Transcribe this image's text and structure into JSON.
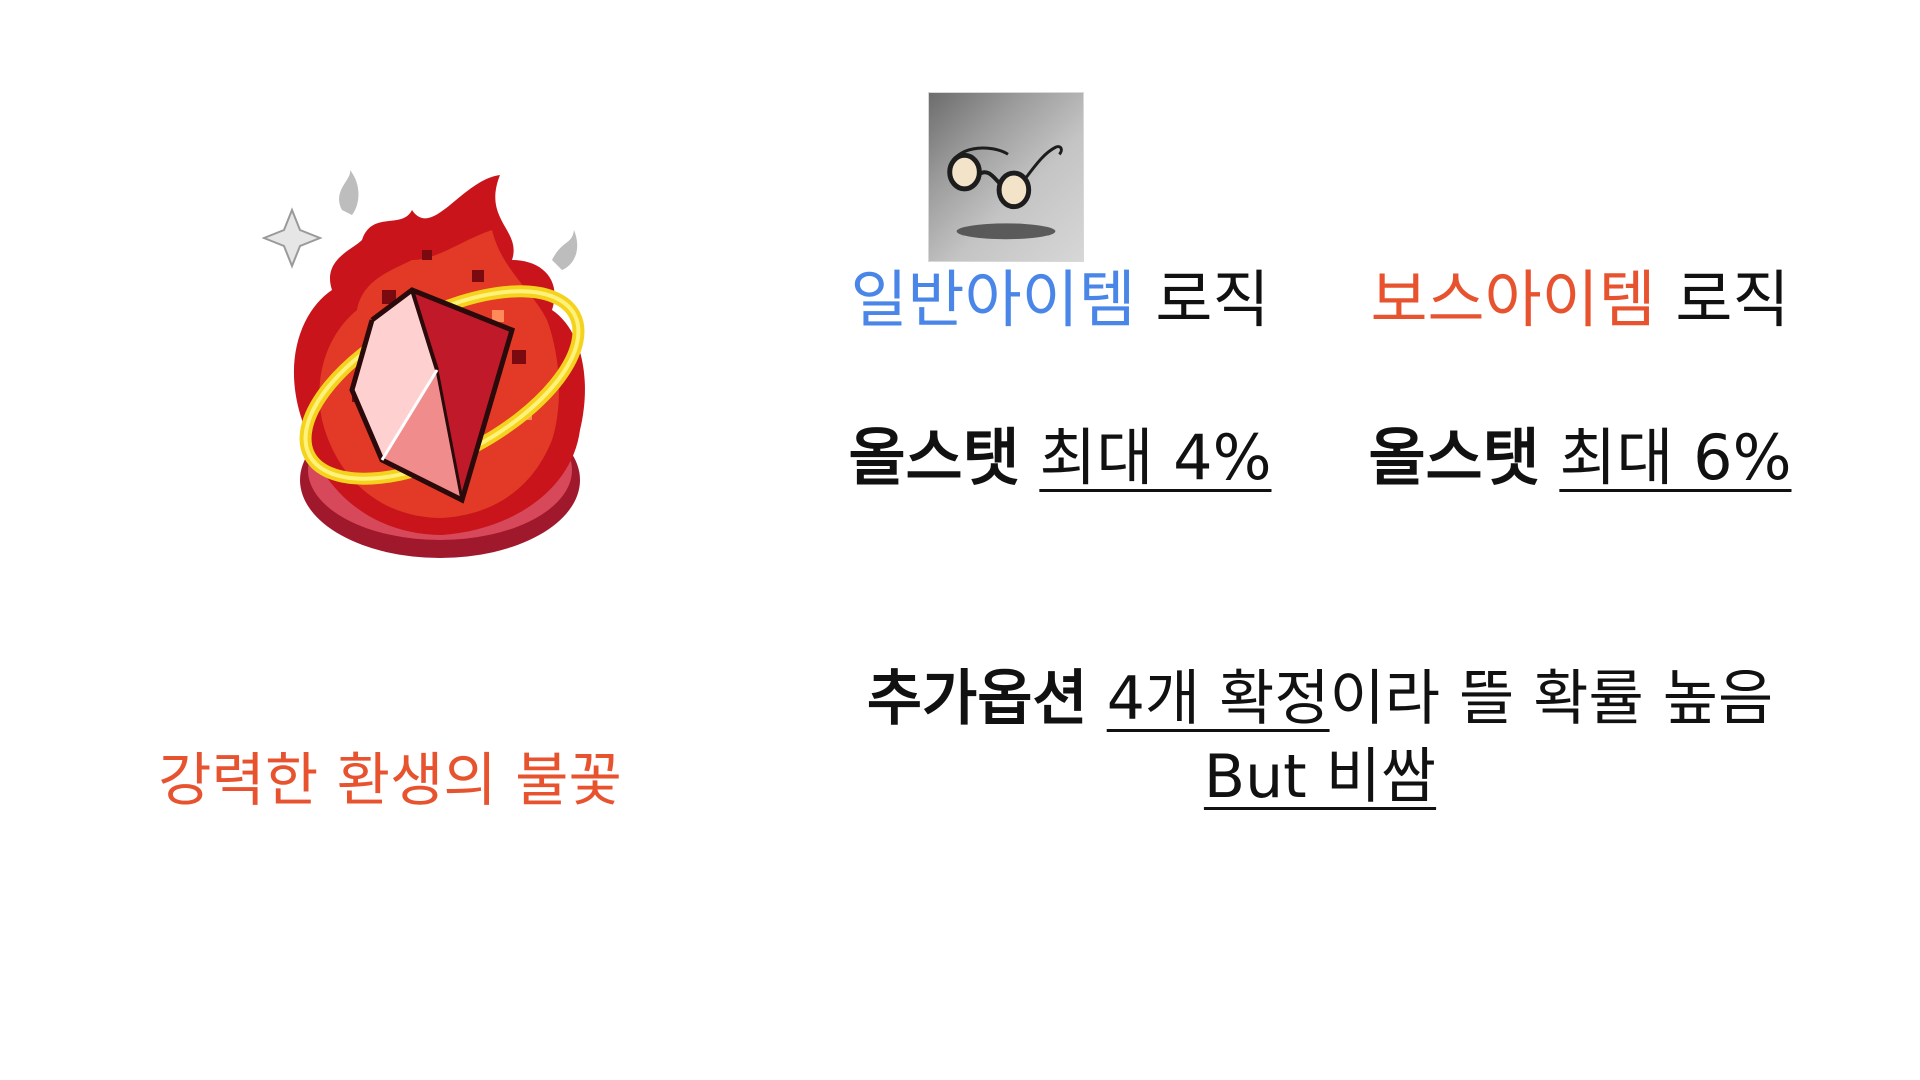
{
  "colors": {
    "normal_accent": "#4a86e8",
    "boss_accent": "#e8532f",
    "caption_accent": "#e8532f",
    "text": "#111111",
    "background": "#ffffff"
  },
  "icons": {
    "left": "flame-of-rebirth-icon",
    "right": "glasses-icon"
  },
  "item": {
    "caption": "강력한 환생의 불꽃"
  },
  "normal": {
    "highlight": "일반아이템",
    "suffix": " 로직",
    "stat_label": "올스탯",
    "stat_value": "최대 4%"
  },
  "boss": {
    "highlight": "보스아이템",
    "suffix": " 로직",
    "stat_label": "올스탯",
    "stat_value": "최대 6%"
  },
  "extra": {
    "label": "추가옵션",
    "underlined": "4개 확정",
    "rest": "이라 뜰 확률 높음",
    "but": "But 비쌈"
  }
}
